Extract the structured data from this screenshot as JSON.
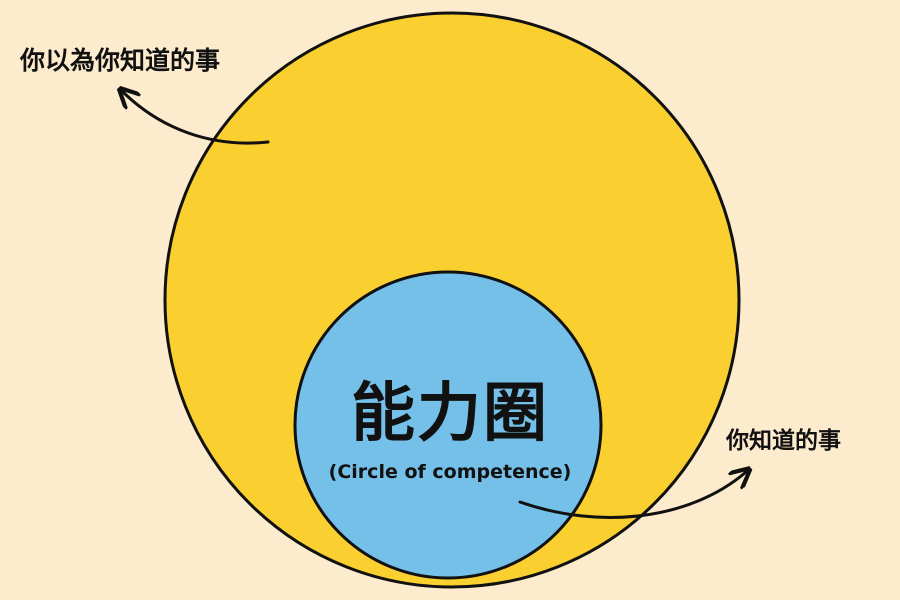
{
  "diagram": {
    "outer_circle": {
      "label": "你以為你知道的事",
      "fill": "#f9d02f",
      "stroke": "#111111"
    },
    "inner_circle": {
      "title": "能力圈",
      "subtitle": "(Circle of competence)",
      "label": "你知道的事",
      "fill": "#74c0e8",
      "stroke": "#111111"
    },
    "background": "#fdebcd"
  }
}
